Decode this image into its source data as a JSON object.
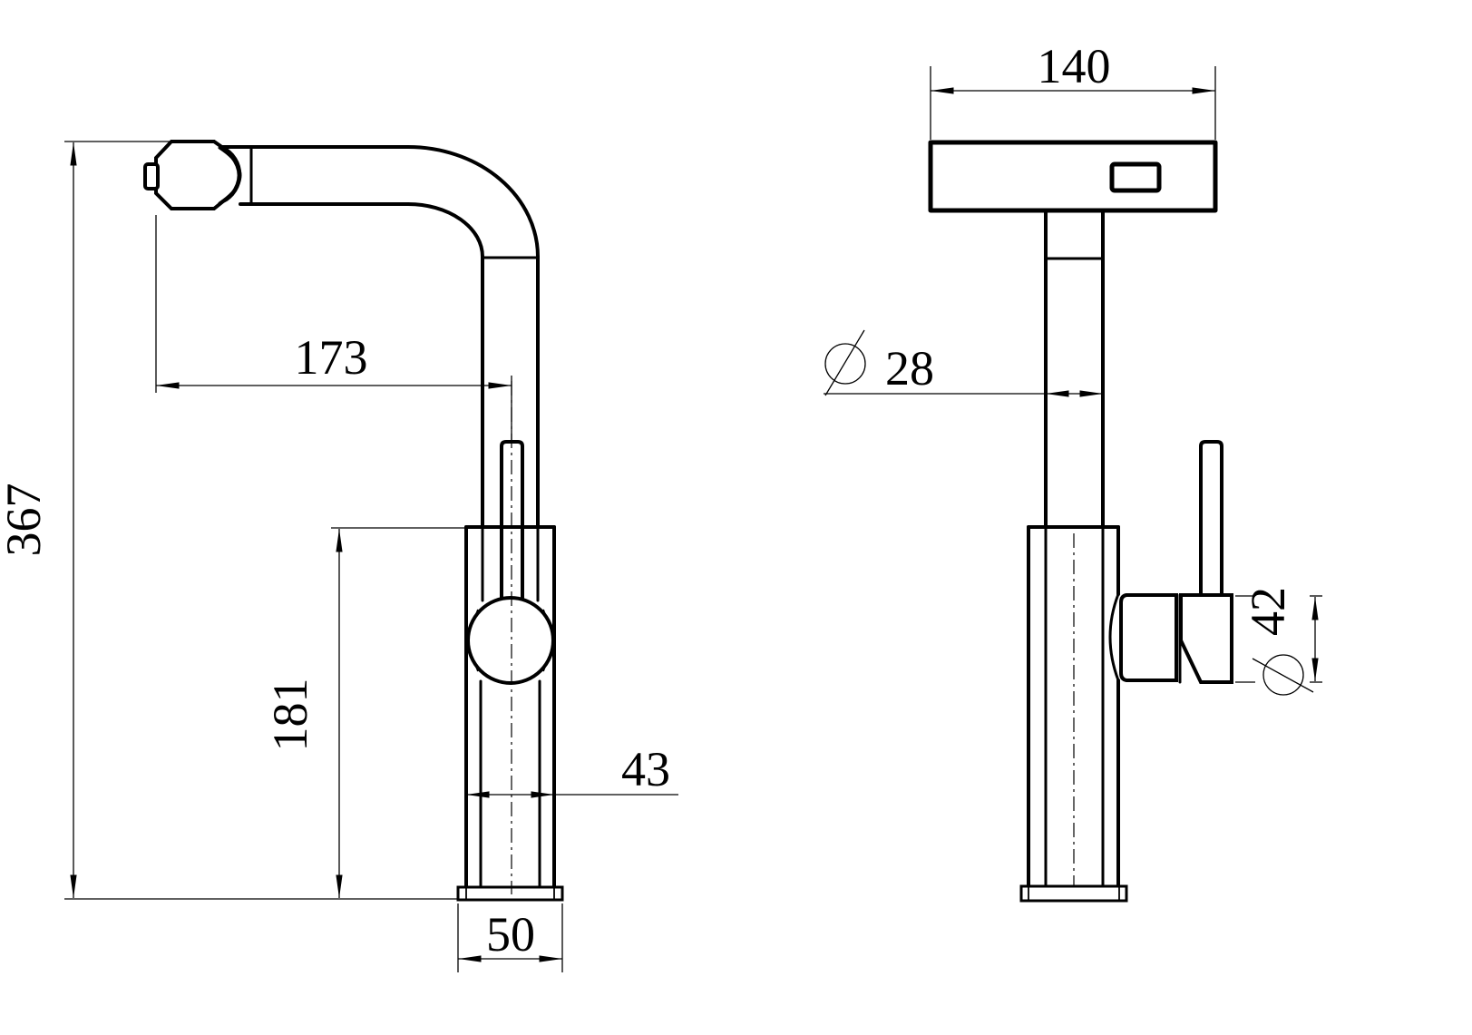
{
  "sheet": {
    "background": "#ffffff",
    "line_color": "#000000"
  },
  "views": {
    "front": {
      "dimensions": {
        "overall_height": "367",
        "spout_reach": "173",
        "body_height": "181",
        "body_width": "43",
        "base_width": "50"
      }
    },
    "side": {
      "dimensions": {
        "head_width": "140",
        "neck_diameter": "28",
        "handle_diameter": "42"
      },
      "symbols": {
        "neck_diameter_prefix": "diameter-symbol",
        "handle_diameter_prefix": "diameter-symbol"
      }
    }
  }
}
